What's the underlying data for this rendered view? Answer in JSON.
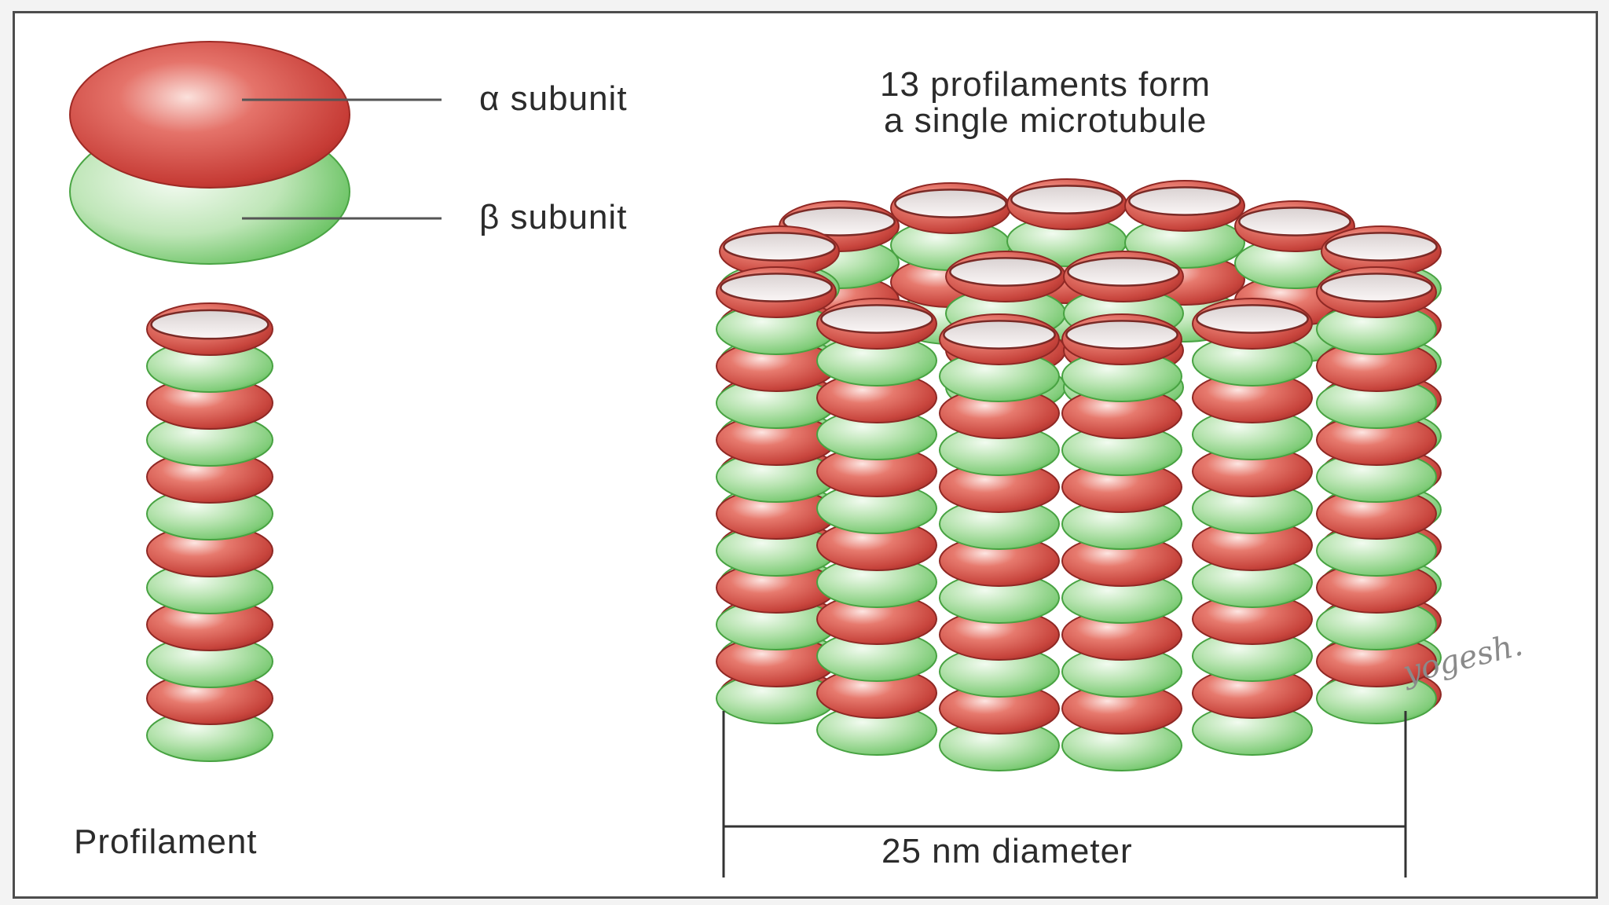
{
  "labels": {
    "alpha": "α subunit",
    "beta": "β subunit",
    "title_line1": "13 profilaments form",
    "title_line2": "a single microtubule",
    "profilament": "Profilament",
    "diameter": "25 nm diameter",
    "signature": "yogesh."
  },
  "protofilament": {
    "dimer_count": 6,
    "order_from_top": [
      "alpha",
      "beta"
    ]
  },
  "microtubule": {
    "protofilament_count": 13,
    "visible_front_columns": 6,
    "visible_back_columns": 7,
    "tiers_per_column": 6
  },
  "colors": {
    "alpha_red": "#d9534f",
    "alpha_dark": "#b8332e",
    "beta_green": "#a9dea4",
    "beta_dark": "#5fbd5a",
    "cap": "#f3e4e3",
    "outline": "#333333"
  }
}
